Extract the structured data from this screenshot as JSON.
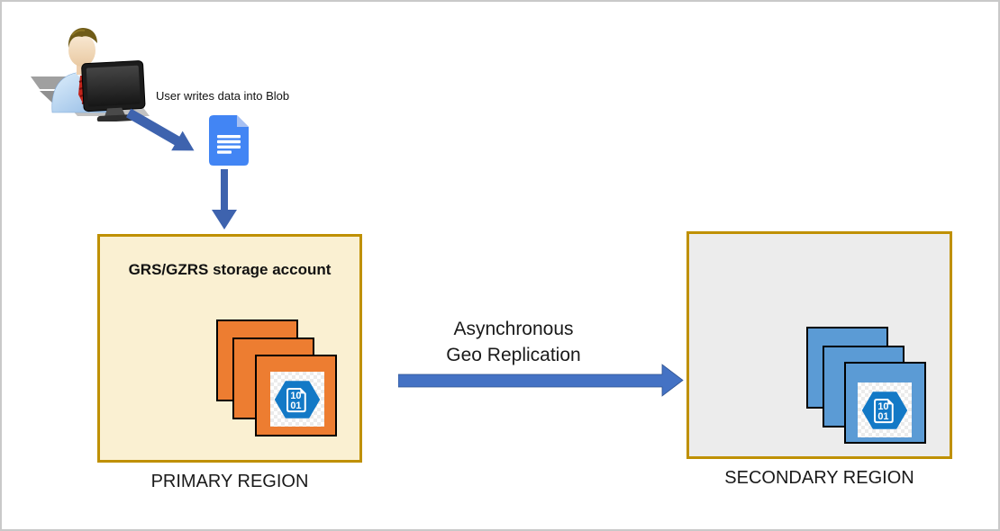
{
  "user_flow": {
    "label": "User writes data into Blob",
    "person_icon": "person-at-computer-icon",
    "document_icon": "blob-document-icon",
    "write_arrow": "arrow-diagonal-down-right",
    "ingest_arrow": "arrow-down"
  },
  "primary": {
    "title": "GRS/GZRS storage account",
    "region_label": "PRIMARY REGION",
    "blob_stack_count": 3
  },
  "secondary": {
    "region_label": "SECONDARY REGION",
    "blob_stack_count": 3
  },
  "replication": {
    "line1": "Asynchronous",
    "line2": "Geo Replication",
    "arrow": "arrow-right"
  },
  "blob_icon": {
    "name": "binary-blob-hexagon-icon",
    "line1": "10",
    "line2": "01"
  },
  "colors": {
    "gold-border": "#BF9000",
    "primary-fill": "#FAF0D2",
    "secondary-fill": "#ECECEC",
    "orange-square": "#ED7D31",
    "blue-square": "#5B9BD5",
    "arrow-blue": "#4472C4",
    "arrow-blue-dark": "#3E63AE",
    "hexagon-blue": "#1379C6",
    "doc-blue": "#4285F4",
    "doc-fold": "#A7C0F2",
    "canvas-border": "#C9C9C9"
  }
}
